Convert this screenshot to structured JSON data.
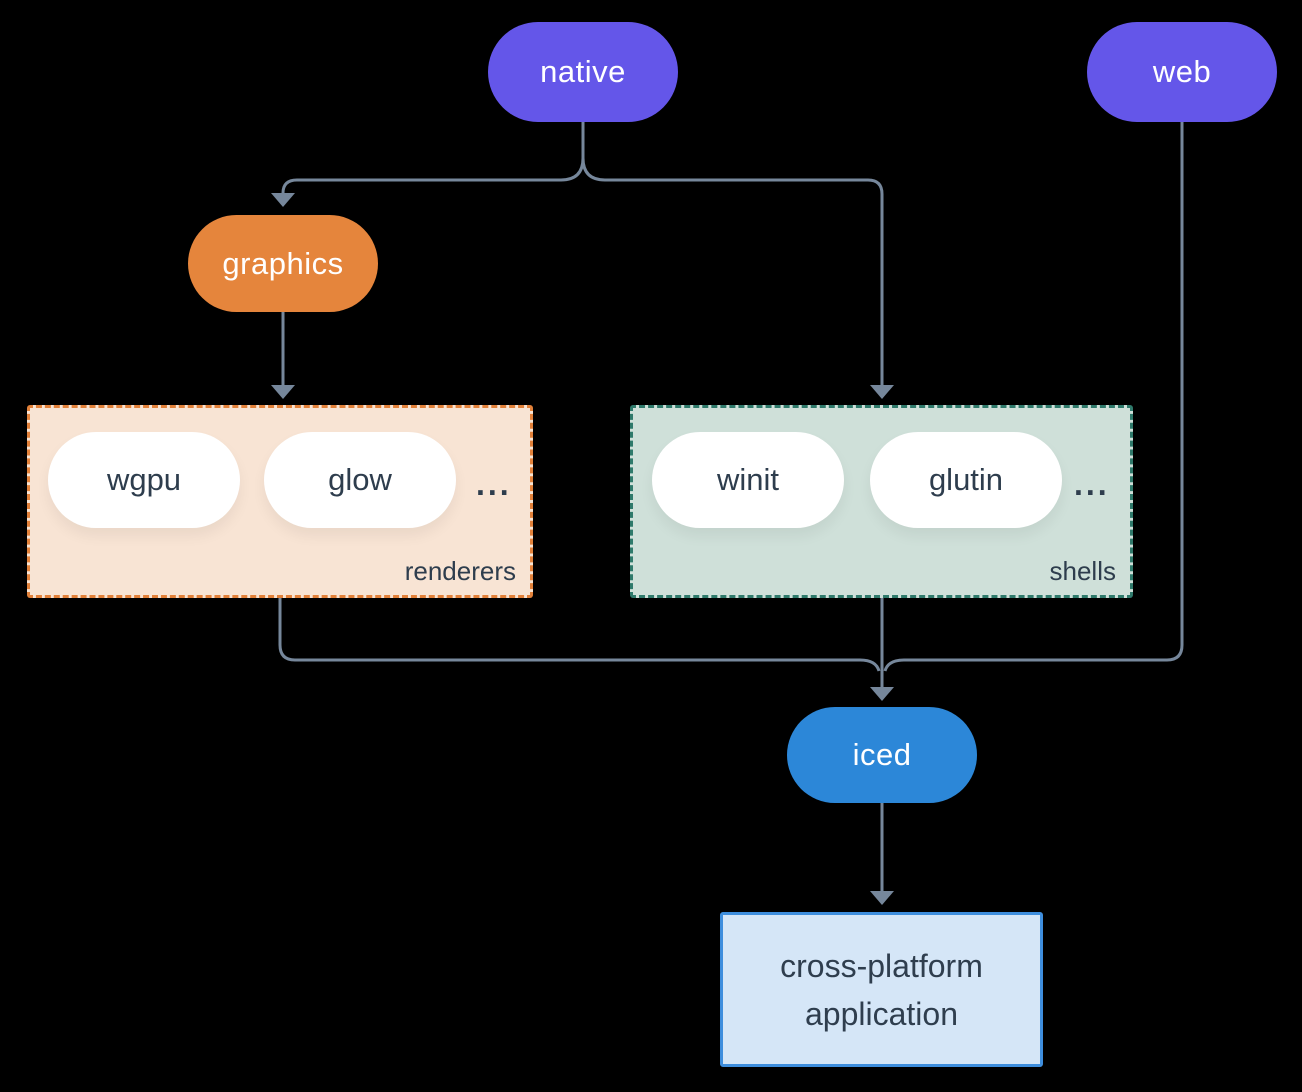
{
  "colors": {
    "background": "#000000",
    "connector": "#76879B",
    "node_purple": "#6456E9",
    "node_orange": "#E5853C",
    "node_blue": "#2C87D8",
    "pill_white": "#FFFFFF",
    "pill_text_light": "#FFFFFF",
    "pill_text_dark": "#2E3D4D",
    "renderers_fill": "#F8E4D4",
    "renderers_border": "#E2813A",
    "shells_fill": "#CFE0D9",
    "shells_border": "#2F7A6B",
    "app_fill": "#D5E6F7",
    "app_border": "#3E8EDD",
    "app_text": "#2F3E4E"
  },
  "nodes": {
    "native": {
      "label": "native"
    },
    "web": {
      "label": "web"
    },
    "graphics": {
      "label": "graphics"
    },
    "iced": {
      "label": "iced"
    },
    "app": {
      "label": "cross-platform application"
    }
  },
  "groups": {
    "renderers": {
      "label": "renderers",
      "ellipsis": "...",
      "items": [
        {
          "label": "wgpu"
        },
        {
          "label": "glow"
        }
      ]
    },
    "shells": {
      "label": "shells",
      "ellipsis": "...",
      "items": [
        {
          "label": "winit"
        },
        {
          "label": "glutin"
        }
      ]
    }
  }
}
